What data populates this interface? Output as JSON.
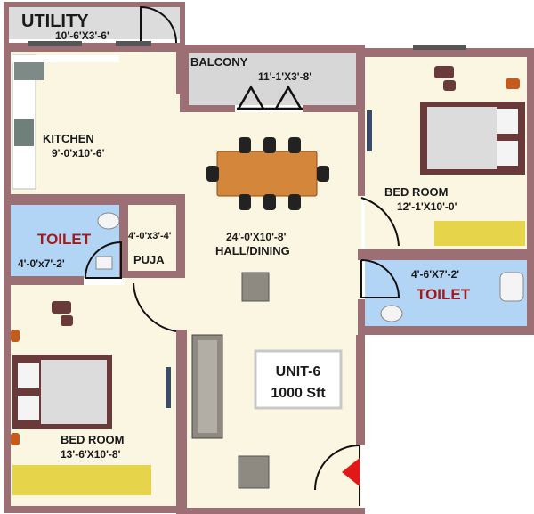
{
  "colors": {
    "wall": "#9c6f75",
    "floor": "#fbf6e1",
    "toilet_floor": "#b2d4f5",
    "utility_floor": "#dcdcdc",
    "balcony_floor": "#d7d7d7",
    "entrance_marker": "#e01818",
    "table": "#d4863a",
    "chair": "#222222",
    "bed_frame": "#6a3a3a",
    "carpet": "#e6d54a",
    "label_text": "#1a1a1a"
  },
  "rooms": {
    "utility": {
      "name": "UTILITY",
      "size": "10'-6'X3'-6'"
    },
    "balcony": {
      "name": "BALCONY",
      "size": "11'-1'X3'-8'"
    },
    "kitchen": {
      "name": "KITCHEN",
      "size": "9'-0'x10'-6'"
    },
    "bedroom_right": {
      "name": "BED ROOM",
      "size": "12'-1'X10'-0'"
    },
    "toilet_left": {
      "name": "TOILET",
      "size": "4'-0'x7'-2'"
    },
    "puja": {
      "name": "PUJA",
      "size": "4'-0'x3'-4'"
    },
    "hall": {
      "name": "HALL/DINING",
      "size": "24'-0'X10'-8'"
    },
    "toilet_right": {
      "name": "TOILET",
      "size": "4'-6'X7'-2'"
    },
    "bedroom_left": {
      "name": "BED ROOM",
      "size": "13'-6'X10'-8'"
    }
  },
  "unit": {
    "label": "UNIT-6",
    "area": "1000 Sft"
  }
}
